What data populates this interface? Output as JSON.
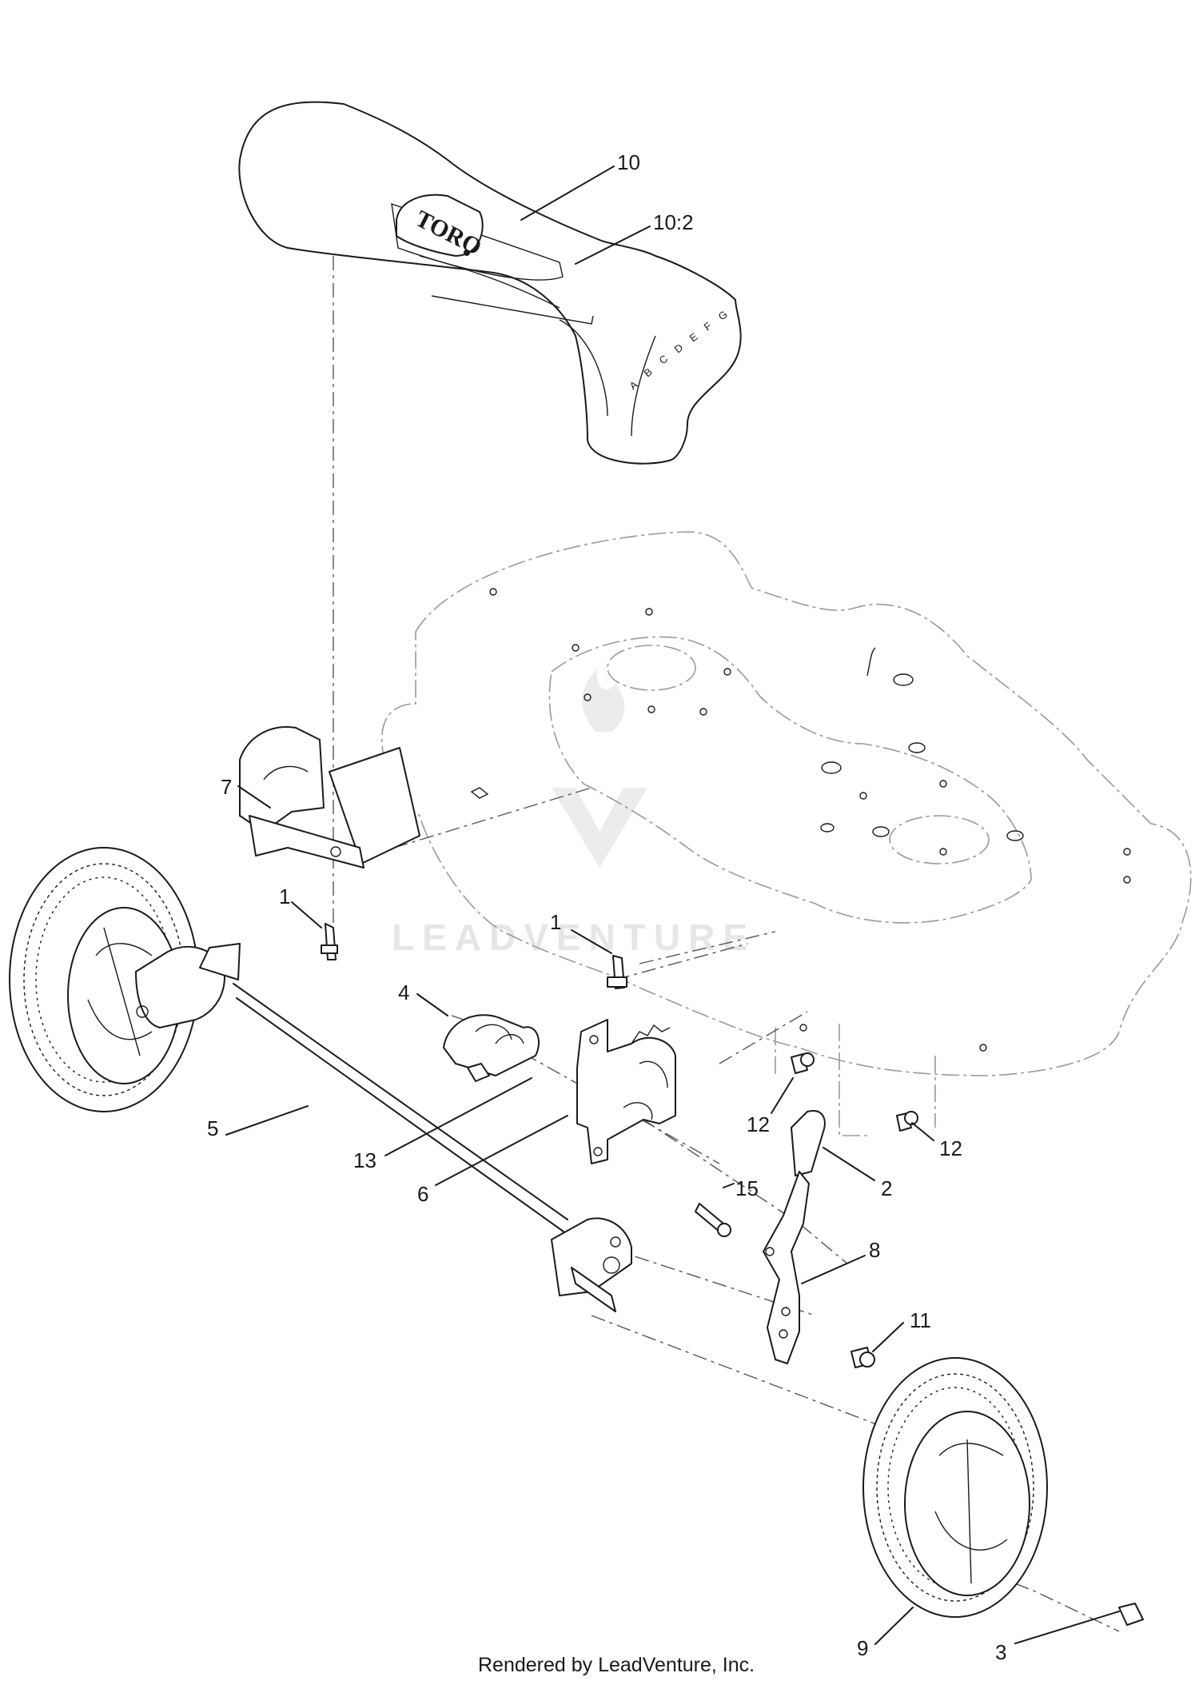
{
  "diagram": {
    "footer": "Rendered by LeadVenture, Inc.",
    "watermark": "LEADVENTURE",
    "shroud_brand": "TORO",
    "height_markers": [
      "A",
      "B",
      "C",
      "D",
      "E",
      "F",
      "G"
    ],
    "callouts": [
      {
        "id": "c10",
        "text": "10"
      },
      {
        "id": "c10-2",
        "text": "10:2"
      },
      {
        "id": "c7",
        "text": "7"
      },
      {
        "id": "c1a",
        "text": "1"
      },
      {
        "id": "c1b",
        "text": "1"
      },
      {
        "id": "c4",
        "text": "4"
      },
      {
        "id": "c5",
        "text": "5"
      },
      {
        "id": "c13",
        "text": "13"
      },
      {
        "id": "c6",
        "text": "6"
      },
      {
        "id": "c12a",
        "text": "12"
      },
      {
        "id": "c12b",
        "text": "12"
      },
      {
        "id": "c2",
        "text": "2"
      },
      {
        "id": "c15",
        "text": "15"
      },
      {
        "id": "c8",
        "text": "8"
      },
      {
        "id": "c11",
        "text": "11"
      },
      {
        "id": "c9",
        "text": "9"
      },
      {
        "id": "c3",
        "text": "3"
      }
    ]
  }
}
